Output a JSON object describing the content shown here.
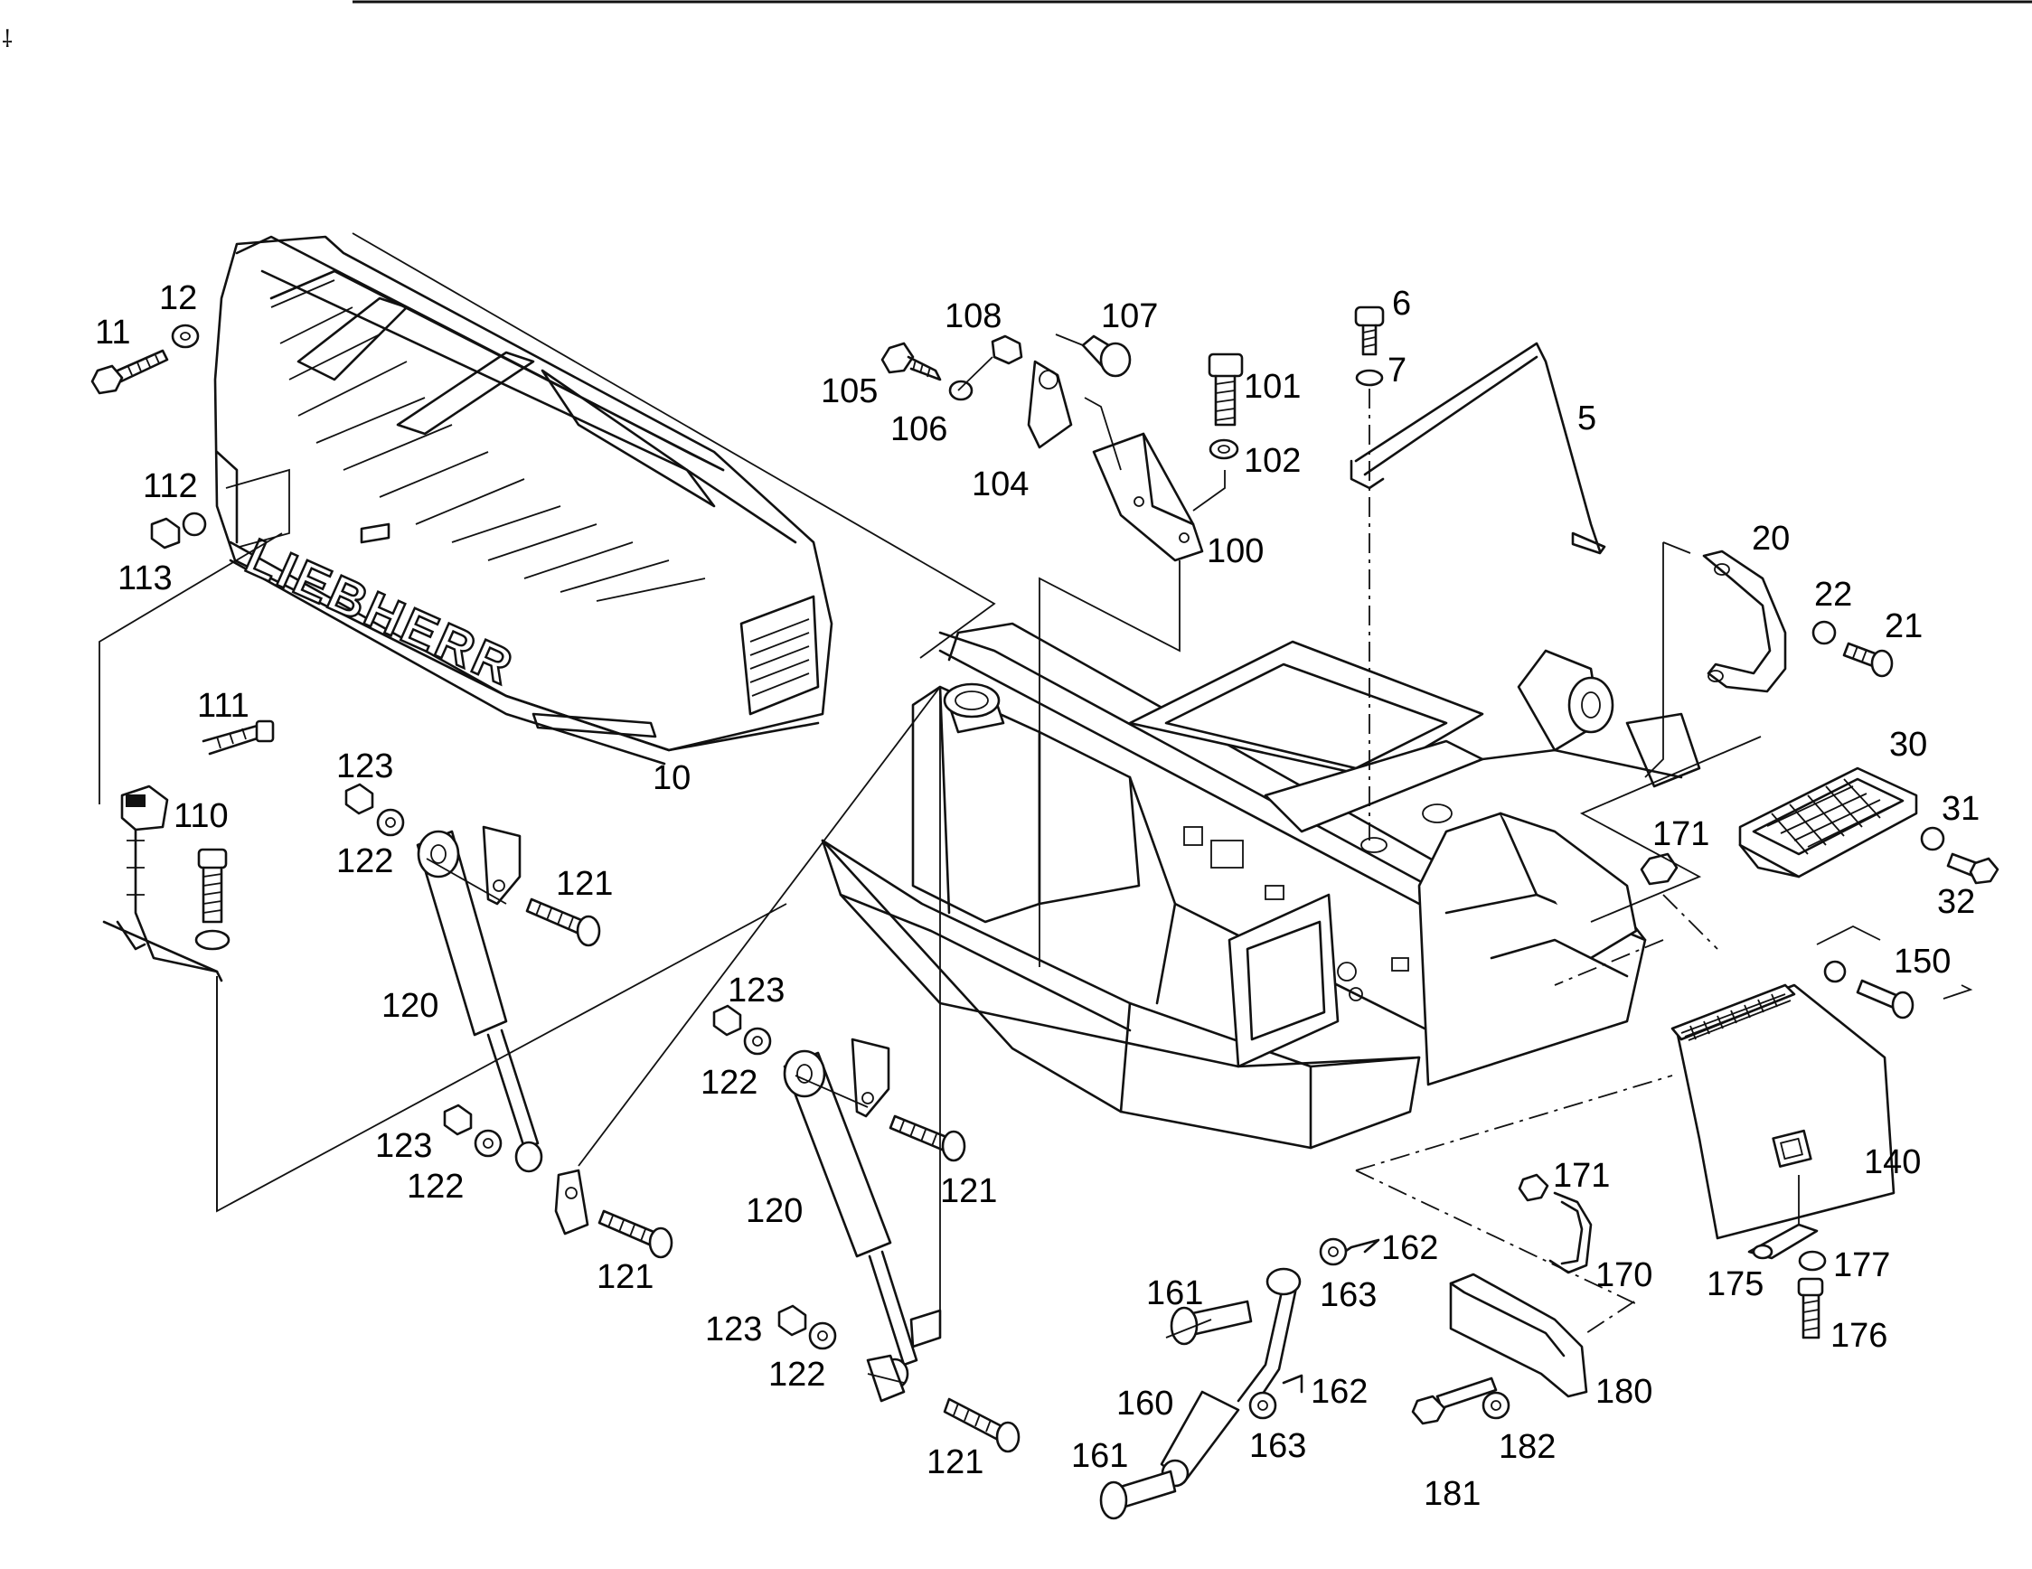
{
  "diagram": {
    "brand_text": "LIEBHERR",
    "callouts": {
      "c5": "5",
      "c6": "6",
      "c7": "7",
      "c10": "10",
      "c11": "11",
      "c12": "12",
      "c20": "20",
      "c21": "21",
      "c22": "22",
      "c30": "30",
      "c31": "31",
      "c32": "32",
      "c100": "100",
      "c101": "101",
      "c102": "102",
      "c104": "104",
      "c105": "105",
      "c106": "106",
      "c107": "107",
      "c108": "108",
      "c110": "110",
      "c111": "111",
      "c112": "112",
      "c113": "113",
      "c120a": "120",
      "c121a": "121",
      "c122a": "122",
      "c123a": "123",
      "c121b": "121",
      "c122b": "122",
      "c123b": "123",
      "c120b": "120",
      "c121c": "121",
      "c122c": "122",
      "c123c": "123",
      "c121d": "121",
      "c122d": "122",
      "c123d": "123",
      "c140": "140",
      "c150": "150",
      "c160": "160",
      "c161a": "161",
      "c161b": "161",
      "c162a": "162",
      "c162b": "162",
      "c163a": "163",
      "c163b": "163",
      "c170": "170",
      "c171a": "171",
      "c171b": "171",
      "c175": "175",
      "c176": "176",
      "c177": "177",
      "c180": "180",
      "c181": "181",
      "c182": "182"
    }
  }
}
